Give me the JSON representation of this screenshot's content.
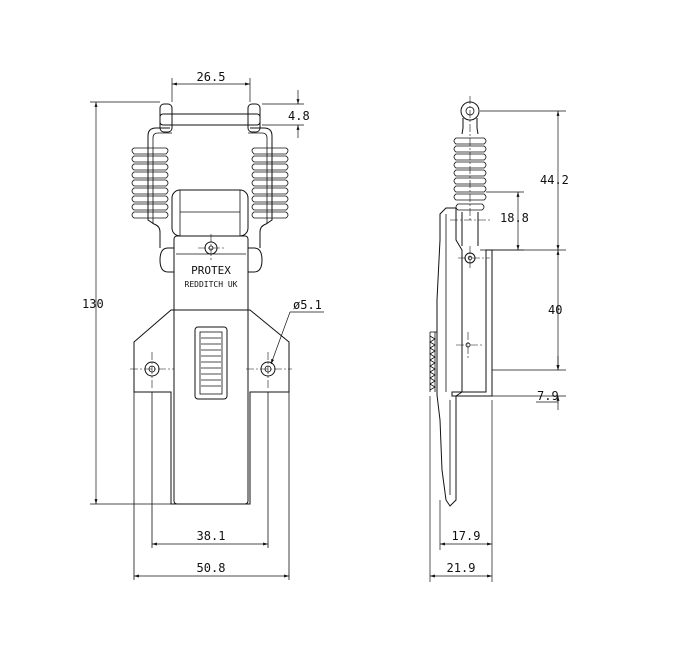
{
  "front_view": {
    "brand": "PROTEX",
    "location": "REDDITCH UK",
    "dims": {
      "pin_spacing": "26.5",
      "pin_diameter": "4.8",
      "overall_height": "130",
      "hole_diameter": "ø5.1",
      "hole_spacing": "38.1",
      "base_width": "50.8"
    }
  },
  "side_view": {
    "dims": {
      "upper_height": "44.2",
      "roller_offset": "18.8",
      "pivot_to_base": "40",
      "base_offset": "7.9",
      "plate_width": "17.9",
      "overall_depth": "21.9"
    }
  }
}
